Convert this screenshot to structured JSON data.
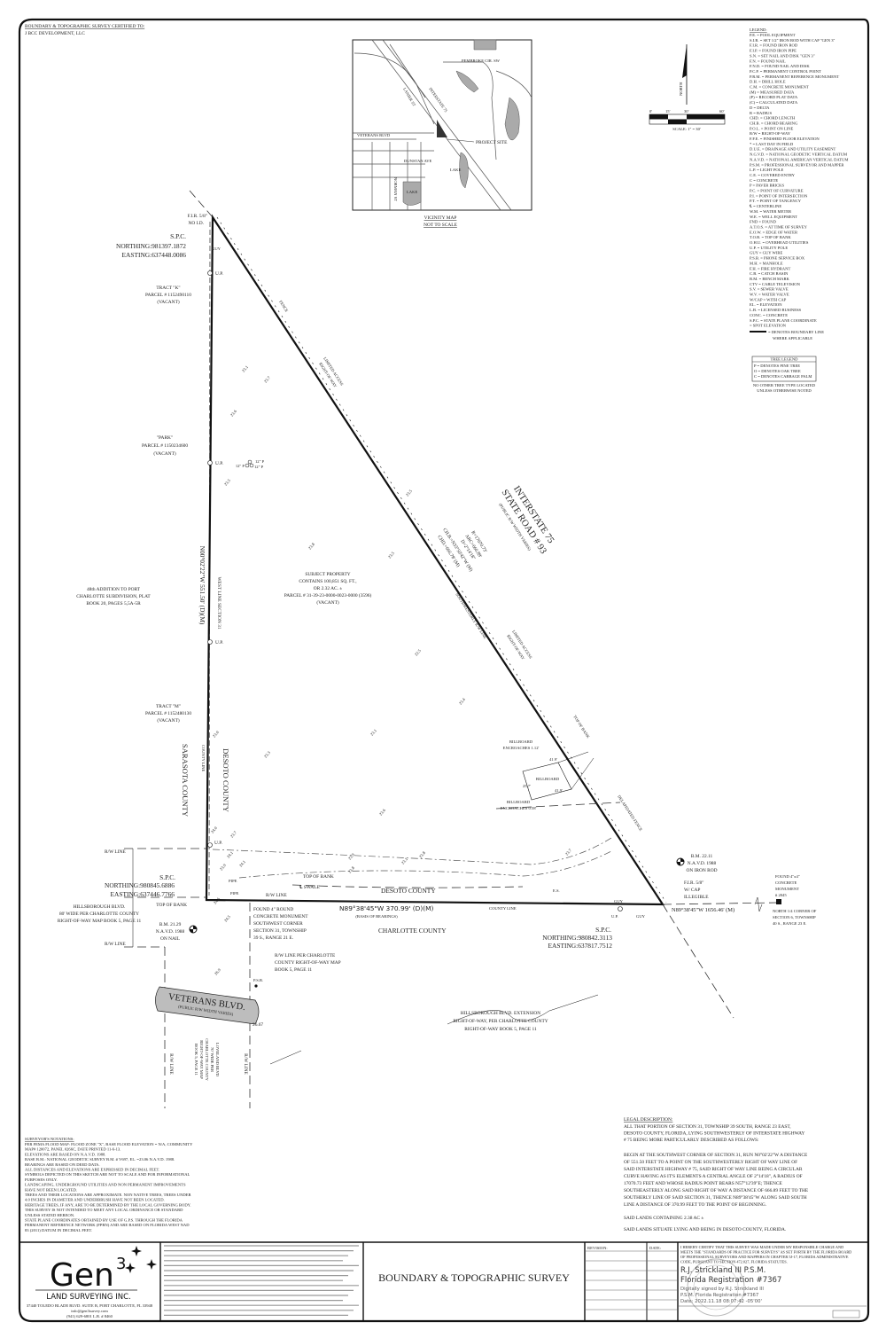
{
  "header": {
    "certified_to_label": "BOUNDARY & TOPOGRAPHIC SURVEY CERTIFIED TO:",
    "client": "J BCC DEVELOPMENT, LLC"
  },
  "vicinity_map": {
    "title": "VICINITY MAP",
    "subtitle": "NOT TO SCALE",
    "labels": {
      "pembroke": "PEMBROKE CIR. SW",
      "interstate": "INTERSTATE 75",
      "veterans": "VETERANS BLVD",
      "dunstan": "DUNSTAN AVE",
      "lake_a": "LAKE",
      "lake_b": "LAKE",
      "norman": "NORMAN ST",
      "lanier": "LANIER ST",
      "project_site": "PROJECT SITE"
    }
  },
  "north_arrow": {
    "label": "NORTH",
    "scale_ticks": [
      "0'",
      "15'",
      "30'",
      "60'"
    ],
    "scale": "SCALE: 1\" = 30'"
  },
  "legend": {
    "title": "LEGEND:",
    "items": [
      "P.E. = POOL EQUIPMENT",
      "S.I.R. = SET 1/2\" IRON ROD WITH CAP \"GEN 3\"",
      "F.I.R. = FOUND IRON ROD",
      "F.I.P. = FOUND IRON PIPE",
      "S.N. = SET NAIL AND DISK \"GEN 3\"",
      "F.N. = FOUND NAIL",
      "F.N.D. = FOUND NAIL AND DISK",
      "P.C.P. = PERMANENT CONTROL POINT",
      "P.R.M. = PERMANENT REFERENCE MONUMENT",
      "D.H. = DRILL HOLE",
      "C.M. = CONCRETE MONUMENT",
      "(M) = MEASURED DATA",
      "(P) = RECORD PLAT DATA",
      "(C) = CALCULATED DATA",
      "D = DELTA",
      "R = RADIUS",
      "CHD. = CHORD LENGTH",
      "CH.B. = CHORD BEARING",
      "P.O.L. = POINT ON LINE",
      "R/W = RIGHT-OF-WAY",
      "F.F.E. = FINISHED FLOOR ELEVATION",
      "* = LAST DAY IN FIELD",
      "D.U.E. = DRAINAGE AND UTILITY EASEMENT",
      "N.G.V.D. = NATIONAL GEODETIC VERTICAL DATUM",
      "N.A.V.D. = NATIONAL AMERICAN VERTICAL DATUM",
      "P.S.M. = PROFESSIONAL SURVEYOR AND MAPPER",
      "L.P. = LIGHT POLE",
      "C.E. = COVERED ENTRY",
      "C = CONCRETE",
      "P = PAVER BRICKS",
      "P.C. = POINT OF CURVATURE",
      "P.I. = POINT OF INTERSECTION",
      "P.T. = POINT OF TANGENCY",
      "℄ = CENTERLINE",
      "W.M. = WATER METER",
      "W.E. = WELL EQUIPMENT",
      "FND = FOUND",
      "A.T.O.S. = AT TIME OF SURVEY",
      "E.O.W. = EDGE OF WATER",
      "T.O.B. = TOP OF BANK",
      "O.H.U. = OVERHEAD UTILITIES",
      "U.P. = UTILITY POLE",
      "GUY = GUY WIRE",
      "P.S.B. = PHONE SERVICE BOX",
      "M.H. = MANHOLE",
      "F.H. = FIRE HYDRANT",
      "C.B. = CATCH BASIN",
      "B.M. = BENCH MARK",
      "CTV = CABLE TELEVISION",
      "S.V. = SEWER VALVE",
      "W.V. = WATER VALVE",
      "W/CAP = WITH CAP",
      "EL. = ELEVATION",
      "L.B. = LICENSED BUSINESS",
      "CONC. = CONCRETE",
      "S.P.C. = STATE PLANE COORDINATE",
      "= SPOT ELEVATION"
    ],
    "boundary_line": "= DENOTES BOUNDARY LINE",
    "boundary_line_2": "WHERE APPLICABLE"
  },
  "tree_legend": {
    "title": "TREE LEGEND",
    "items": [
      "P = DENOTES PINE TREE",
      "O = DENOTES OAK TREE",
      "C = DENOTES CABBAGE PALM"
    ],
    "note_1": "NO OTHER TREE TYPE LOCATED",
    "note_2": "UNLESS OTHERWISE NOTED"
  },
  "drawing": {
    "top_corner": {
      "monument": "F.I.R. 5/8\"",
      "id": "NO I.D.",
      "spc": "S.P.C.",
      "northing": "NORTHING:981397.1872",
      "easting": "EASTING:637448.0086"
    },
    "tract_k": [
      "TRACT \"K\"",
      "PARCEL # 1152490110",
      "(VACANT)"
    ],
    "park": [
      "\"PARK\"",
      "PARCEL # 1150234600",
      "(VACANT)"
    ],
    "addition": [
      "48th ADDITION TO PORT",
      "CHARLOTTE SUBDIVISION, PLAT",
      "BOOK 20, PAGES 5,5A-5R"
    ],
    "tract_m": [
      "TRACT \"M\"",
      "PARCEL # 1152480130",
      "(VACANT)"
    ],
    "west_bearing": "N00°02'22\"W  551.50' (D)(M)",
    "west_line": "WEST LINE SECTION 31",
    "sarasota": "SARASOTA COUNTY",
    "desoto_vertical": "DESOTO COUNTY",
    "county_line": "COUNTY LINE",
    "up": "U.P.",
    "guy": "GUY",
    "fence": "FENCE",
    "trees": "12\" P",
    "subject": [
      "SUBJECT PROPERTY",
      "CONTAINS 100,851 SQ. FT.,",
      "OR 2.32 AC. ±",
      "PARCEL # 31-39-23-0000-0023-0000 (3596)",
      "(VACANT)"
    ],
    "interstate": [
      "INTERSTATE 75",
      "STATE ROAD # 93",
      "(PUBLIC R/W WIDTH VARIES)"
    ],
    "curve": [
      "R=17070.73'",
      "ARC=666.89'",
      "D=2°14'18\"",
      "CH.B.=N33°50'42\"W (M)",
      "CHD.=666.78' (M)"
    ],
    "sw_rw_line": "SOUTHWESTERLY R/W LINE",
    "limited_access": [
      "LIMITED ACCESS",
      "RIGHT-OF-WAY"
    ],
    "top_of_bank": "TOP OF BANK",
    "billboard": "BILLBOARD",
    "billboard_encroach_1": [
      "BILLBOARD",
      "ENCROACHES 1.12'"
    ],
    "billboard_encroach_2": [
      "BILLBOARD",
      "ENCROACHES 0.58'"
    ],
    "billboard_dims": [
      "41.9'",
      "41.9'",
      "25.7'"
    ],
    "dilapidated_fence": "DELAPIDATED FENCE",
    "south_bearing": "N89°38'45\"W  370.99' (D)(M)",
    "basis": "(BASIS OF BEARINGS)",
    "desoto": "DESOTO COUNTY",
    "charlotte": "CHARLOTTE COUNTY",
    "swale": "℄ SWALE",
    "es": "E.S.",
    "sw_corner": {
      "spc": "S.P.C.",
      "northing": "NORTHING:980845.6886",
      "easting": "EASTING:637446.7766"
    },
    "rw_line": "R/W LINE",
    "pipe": "PIPE",
    "hillsborough": [
      "HILLSBOROUGH BLVD.",
      "80' WIDE PER CHARLOTTE COUNTY",
      "RIGHT-OF-WAY MAP BOOK 5, PAGE 11"
    ],
    "bm_left": [
      "B.M. 21.29",
      "N.A.V.D. 1988",
      "ON NAIL"
    ],
    "found_monument": [
      "FOUND 4\" ROUND",
      "CONCRETE MONUMENT",
      "SOUTHWEST CORNER",
      "SECTION 31, TOWNSHIP",
      "39 S., RANGE 21 E."
    ],
    "rw_per_charlotte": [
      "R/W LINE PER CHARLOTTE",
      "COUNTY RIGHT-OF-WAY MAP",
      "BOOK 5, PAGE 11"
    ],
    "psb": "P.S.B.",
    "veterans": [
      "VETERANS BLVD.",
      "(PUBLIC R/W WIDTH VARIES)"
    ],
    "dim_2667": "26.67",
    "loveland": [
      "LOVELAND BLVD",
      "70' WIDE PER",
      "CHARLOTTE COUNTY",
      "RIGHT-OF-WAY MAP",
      "BOOK 5, PAGE 11"
    ],
    "hillsborough_ext": [
      "HILLSBOROUGH BLVD. EXTENSION",
      "RIGHT-OF-WAY, PER CHARLOTTE COUNTY",
      "RIGHT-OF-WAY BOOK 5, PAGE 11"
    ],
    "bm_right": [
      "B.M. 22.11",
      "N.A.V.D. 1988",
      "ON IRON ROD"
    ],
    "se_monument": [
      "F.I.R. 5/8\"",
      "W/ CAP",
      "ILLEGIBLE"
    ],
    "east_bearing": "N89°38'45\"W  1656.46' (M)",
    "found_4x4": [
      "FOUND 4\"x4\"",
      "CONCRETE",
      "MONUMENT",
      "# 2045"
    ],
    "north_quarter": [
      "NORTH 1/4 CORNER OF",
      "SECTION 6, TOWNSHIP",
      "40 S., RANGE 23 E."
    ],
    "se_corner": {
      "spc": "S.P.C.",
      "northing": "NORTHING:980842.3113",
      "easting": "EASTING:637817.7512"
    },
    "spot_elevations": [
      "23.5",
      "23.7",
      "23.1",
      "23.6",
      "23.8",
      "23.5",
      "23.3",
      "23.1",
      "22.5",
      "23.0",
      "23.5",
      "23.4",
      "23.6",
      "23.1",
      "24.1",
      "23.7",
      "23.9",
      "24.0",
      "24.1",
      "24.6",
      "24.5",
      "26.9",
      "23.8",
      "23.9",
      "23.8",
      "23.7"
    ]
  },
  "notations": {
    "title": "SURVEYOR'S NOTATIONS:",
    "lines": [
      "PER FEMA FLOOD MAP: FLOOD ZONE \"X\", BASE FLOOD ELEVATION = N/A, COMMUNITY",
      "MAP# 120072, PANEL 0266C, DATE PRINTED 11-6-13.",
      "ELEVATIONS ARE BASED ON N.A.V.D. 1988.",
      "BASE B.M.: NATIONAL GEODETIC SURVEY B.M. # V697, EL. =23.06 N.A.V.D. 1988.",
      "BEARINGS ARE BASED ON DEED DATA.",
      "ALL DISTANCES AND ELEVATIONS ARE EXPRESSED IN DECIMAL FEET.",
      "SYMBOLS DEPICTED ON THIS SKETCH ARE NOT TO SCALE AND FOR INFORMATIONAL",
      "PURPOSES ONLY.",
      "LANDSCAPING, UNDERGROUND UTILITIES AND NON PERMANENT IMPROVEMENTS",
      "HAVE NOT BEEN LOCATED.",
      "TREES AND THEIR LOCATIONS ARE APPROXIMATE. NON NATIVE TREES, TREES UNDER",
      "4.0 INCHES IN DIAMETER AND UNDERBRUSH HAVE NOT BEEN LOCATED.",
      "HERITAGE TREES, IF ANY, ARE TO BE DETERMINED BY THE LOCAL GOVERNING BODY.",
      "THIS SURVEY IS NOT INTENDED TO MEET ANY LOCAL ORDINANCE OR STANDARD",
      "UNLESS STATED HEREON.",
      "STATE PLANE COORDINATES OBTAINED BY USE OF G.P.S. THROUGH THE FLORIDA",
      "PERMANENT REFERENCE NETWORK (FPRN) AND ARE BASED ON FLORIDA WEST NAD",
      "83 (2011) DATUM IN DECIMAL FEET."
    ]
  },
  "legal": {
    "title": "LEGAL DESCRIPTION:",
    "para1": [
      "ALL THAT PORTION OF SECTION 31, TOWNSHIP 39 SOUTH, RANGE 23 EAST,",
      "DESOTO COUNTY, FLORIDA, LYING SOUTHWESTERLY OF INTERSTATE HIGHWAY",
      "# 75 BEING MORE PARTICULARLY DESCRIBED AS FOLLOWS:"
    ],
    "para2": [
      "BEGIN AT THE SOUTHWEST CORNER OF SECTION 31, RUN N0°02'22\"W A DISTANCE",
      "OF 551.50 FEET TO A POINT ON THE SOUTHWESTERLY RIGHT OF WAY LINE OF",
      "SAID INTERSTATE HIGHWAY # 75, SAID RIGHT OF WAY LINE BEING A CIRCULAR",
      "CURVE HAVING AS IT'S ELEMENTS A CENTRAL ANGLE OF 2°14'18\", A RADIUS OF",
      "17070.73 FEET AND WHOSE RADIUS POINT BEARS N57°12'39\"E; THENCE",
      "SOUTHEASTERLY ALONG SAID RIGHT OF WAY A DISTANCE OF 666.89 FEET TO THE",
      "SOUTHERLY LINE OF SAID SECTION 31, THENCE N89°38'45\"W ALONG SAID SOUTH",
      "LINE A DISTANCE OF 370.99 FEET TO THE POINT OF BEGINNING."
    ],
    "containing": "SAID LANDS CONTAINING 2.38 AC ±",
    "situate": "SAID LANDS SITUATE LYING AND BEING IN DESOTO COUNTY, FLORIDA."
  },
  "title_block": {
    "logo_main": "Gen",
    "logo_sup": "3",
    "company": "LAND SURVEYING INC.",
    "address": "37440 TOLEDO BLADE BLVD. SUITE B, PORT CHARLOTTE, FL 33948",
    "email": "info@gen3survey.com",
    "phone": "(941) 629-6801     L.B. # 8460",
    "title": "BOUNDARY & TOPOGRAPHIC SURVEY",
    "revision_label": "REVISION:",
    "date_label": "DATE:",
    "certification": [
      "I HEREBY CERTIFY THAT THIS SURVEY WAS MADE UNDER MY RESPONSIBLE CHARGE AND",
      "MEETS THE \"STANDARDS OF PRACTICE FOR SURVEYS\" AS SET FORTH BY THE FLORIDA BOARD",
      "OF PROFESSIONAL SURVEYORS AND MAPPERS IN CHAPTER 5J-17, FLORIDA ADMINISTRATIVE",
      "CODE, PURSUANT TO SECTION 472.027, FLORIDA STATUTES."
    ],
    "surveyor": "R.J. Strickland III P.S.M.",
    "registration": "Florida Registration #7367",
    "digital_sig": [
      "Digitally signed by R.J. Strickland III",
      "P.S.M. Florida Registration #7367",
      "Date: 2022.11.18 08:07:42 -05'00'"
    ]
  }
}
